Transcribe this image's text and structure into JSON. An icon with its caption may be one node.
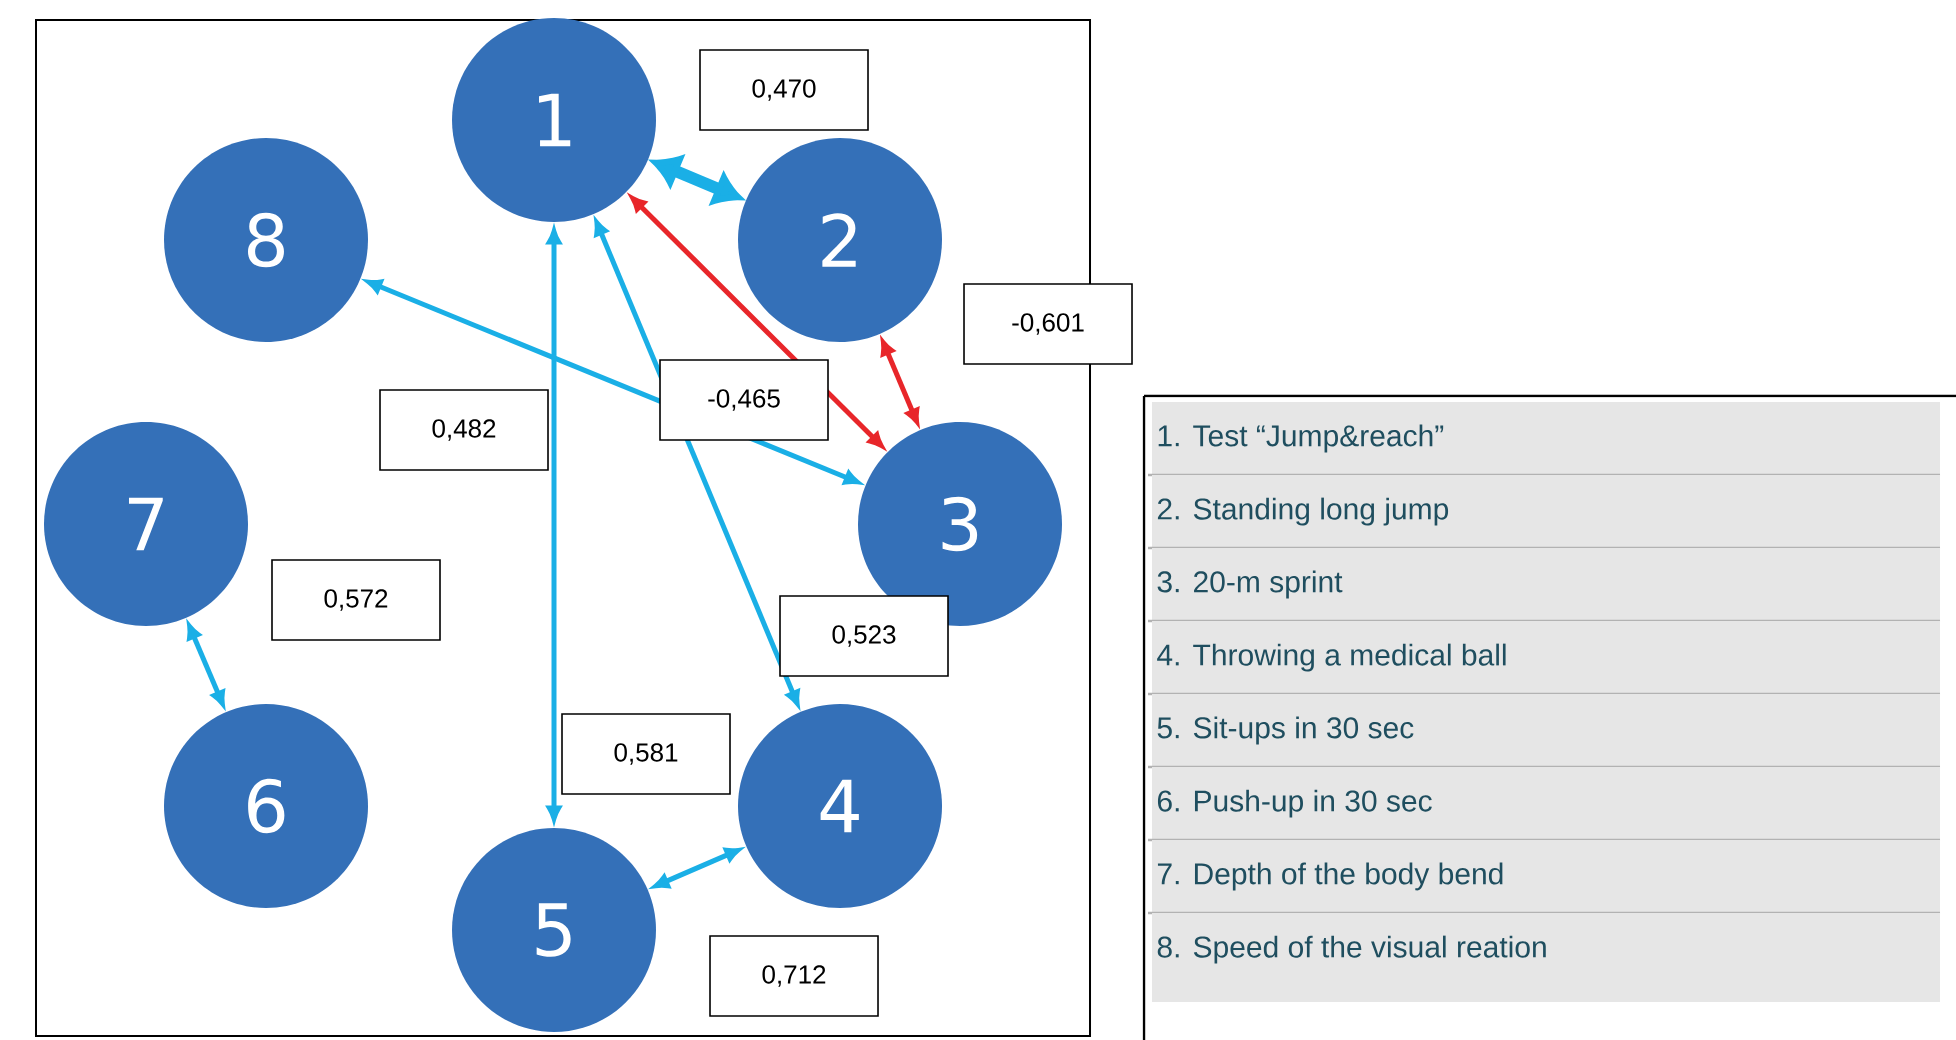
{
  "diagram": {
    "nodes": [
      {
        "text": [
          "1"
        ]
      },
      {
        "text": [
          "2"
        ]
      },
      {
        "text": [
          "3"
        ]
      },
      {
        "text": [
          "4"
        ]
      },
      {
        "text": [
          "5"
        ]
      },
      {
        "text": [
          "6"
        ]
      },
      {
        "text": [
          "7"
        ]
      },
      {
        "text": [
          "8"
        ]
      }
    ],
    "edges": [
      {
        "from": 0,
        "to": 1,
        "arrow": "both",
        "label": "0,470",
        "style": "thick"
      },
      {
        "from": 1,
        "to": 2,
        "arrow": "both",
        "label": "-0,601",
        "color": "#e8262a"
      },
      {
        "from": 7,
        "to": 2,
        "arrow": "both",
        "label": "0,482"
      },
      {
        "from": 0,
        "to": 2,
        "arrow": "both",
        "label": "-0,465",
        "color": "#e8262a"
      },
      {
        "from": 6,
        "to": 5,
        "arrow": "both",
        "label": "0,572"
      },
      {
        "from": 0,
        "to": 3,
        "arrow": "both",
        "label": "0,523"
      },
      {
        "from": 0,
        "to": 4,
        "arrow": "both",
        "label": "0,581"
      },
      {
        "from": 4,
        "to": 3,
        "arrow": "both",
        "label": "0,712"
      }
    ],
    "labels": [
      "1. Test “Jump&reach”",
      "2. Standing long jump",
      "3. 20-m sprint",
      "4. Throwing a medical ball",
      "5. Sit-ups in 30 sec",
      "6. Push-up in 30 sec",
      "7. Depth of the body bend",
      "8. Speed of the visual reation"
    ]
  }
}
